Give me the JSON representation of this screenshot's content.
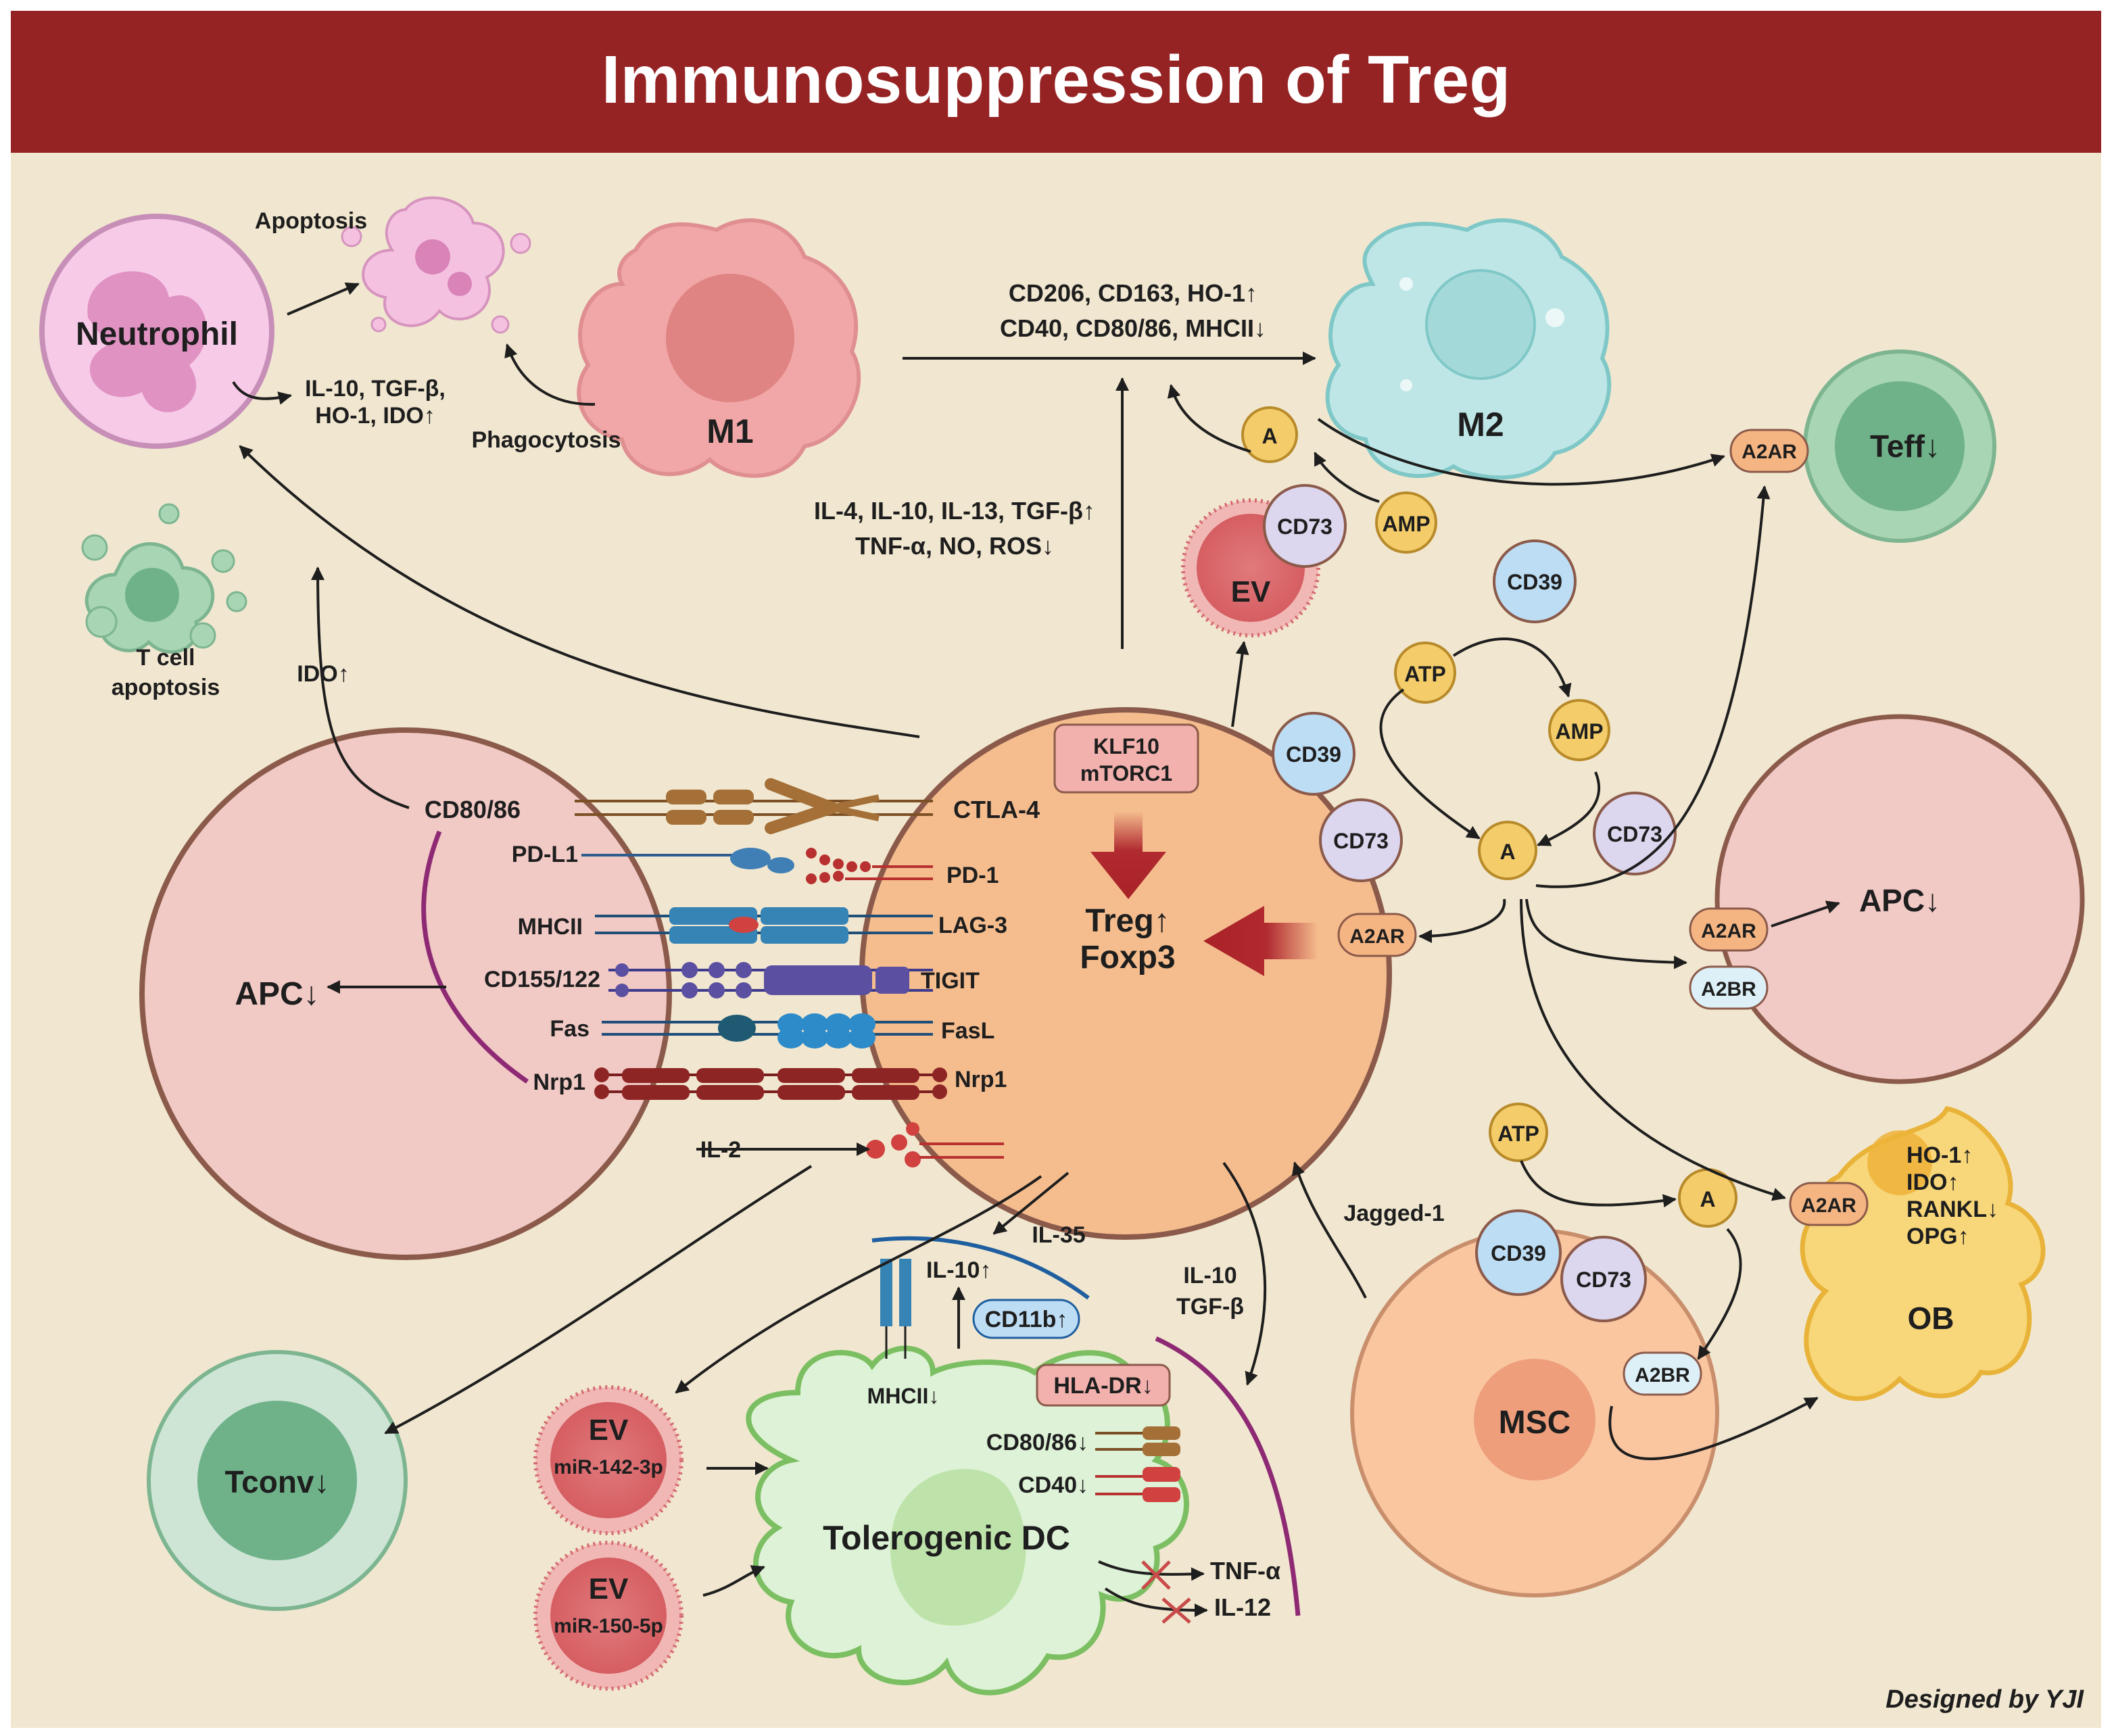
{
  "title": "Immunosuppression of Treg",
  "credit": "Designed by YJI",
  "colors": {
    "banner": "#962324",
    "background": "#F1E7D0",
    "treg": "#F5BD8E",
    "apc": "#F1C9C5",
    "arrow": "#1E1E1E"
  },
  "cells": {
    "neutrophil": "Neutrophil",
    "m1": "M1",
    "m2": "M2",
    "teff": "Teff↓",
    "apc_left": "APC↓",
    "apc_right": "APC↓",
    "tconv": "Tconv↓",
    "tolerogenic_dc": "Tolerogenic DC",
    "msc": "MSC",
    "ob": "OB",
    "ev_top": "EV",
    "ev1": "EV",
    "ev2": "EV",
    "treg_line1": "Treg↑",
    "treg_line2": "Foxp3"
  },
  "labels": {
    "apoptosis": "Apoptosis",
    "phagocytosis": "Phagocytosis",
    "tcell_apoptosis_1": "T cell",
    "tcell_apoptosis_2": "apoptosis",
    "neut_effect_1": "IL-10, TGF-β,",
    "neut_effect_2": "HO-1, IDO↑",
    "ido": "IDO↑",
    "m2_markers_1": "CD206, CD163, HO-1↑",
    "m2_markers_2": "CD40, CD80/86, MHCII↓",
    "cytokines_1": "IL-4, IL-10, IL-13, TGF-β↑",
    "cytokines_2": "TNF-α, NO, ROS↓",
    "klf_1": "KLF10",
    "klf_2": "mTORC1",
    "il2": "IL-2",
    "il35": "IL-35",
    "il10_tgf_1": "IL-10",
    "il10_tgf_2": "TGF-β",
    "jagged": "Jagged-1",
    "mir142": "miR-142-3p",
    "mir150": "miR-150-5p",
    "dc_il10": "IL-10↑",
    "dc_cd11b": "CD11b↑",
    "dc_mhcii": "MHCII↓",
    "dc_hladr": "HLA-DR↓",
    "dc_cd8086": "CD80/86↓",
    "dc_cd40": "CD40↓",
    "tnf": "TNF-α",
    "il12": "IL-12",
    "ob_1": "HO-1↑",
    "ob_2": "IDO↑",
    "ob_3": "RANKL↓",
    "ob_4": "OPG↑"
  },
  "receptors": {
    "left": [
      "CD80/86",
      "PD-L1",
      "MHCII",
      "CD155/122",
      "Fas",
      "Nrp1"
    ],
    "right": [
      "CTLA-4",
      "PD-1",
      "LAG-3",
      "TIGIT",
      "FasL",
      "Nrp1"
    ]
  },
  "molecules": {
    "a": "A",
    "amp": "AMP",
    "atp": "ATP",
    "cd39": "CD39",
    "cd73": "CD73",
    "a2ar": "A2AR",
    "a2br": "A2BR"
  }
}
